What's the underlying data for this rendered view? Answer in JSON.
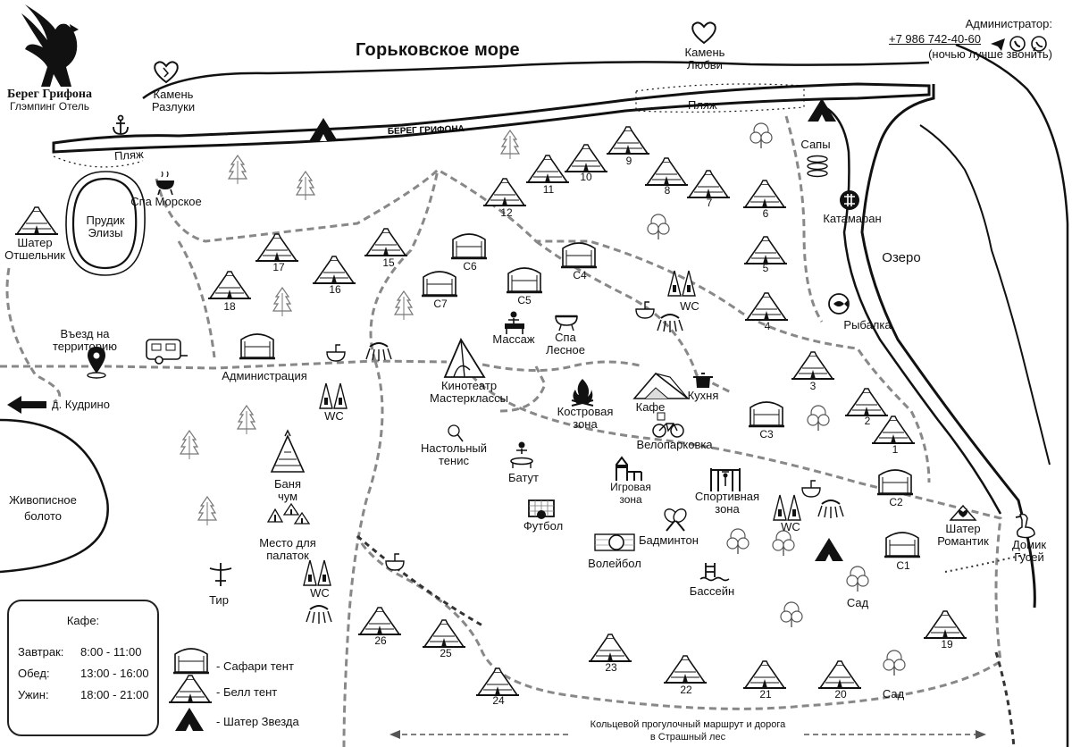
{
  "title": "Горьковское море",
  "brand": {
    "name": "Берег Грифона",
    "subtitle": "Глэмпинг Отель",
    "shore_sign": "БЕРЕГ ГРИФОНА"
  },
  "admin": {
    "label": "Администратор:",
    "phone": "+7 986 742-40-60",
    "note": "(ночью лучше звонить)"
  },
  "places": {
    "kamen_razluki": "Камень Разлуки",
    "kamen_lyubvi": "Камень Любви",
    "plyazh": "Пляж",
    "spa_morskoe": "Спа Морское",
    "prudik": "Прудик Элизы",
    "shater_otshelnik": "Шатер Отшельник",
    "vezd": "Въезд на территорию",
    "kudrino": "д. Кудрино",
    "administraciya": "Администрация",
    "wc": "WC",
    "zhivopisnoe": "Живописное болото",
    "banya": "Баня чум",
    "mesto_palatok": "Место для палаток",
    "tir": "Тир",
    "massazh": "Массаж",
    "spa_lesnoe": "Спа Лесное",
    "kinoteatr": "Кинотеатр Мастерклассы",
    "kostrovaya": "Костровая зона",
    "kafe": "Кафе",
    "kuhnya": "Кухня",
    "veloparkovka": "Велопарковка",
    "tenis": "Настольный тенис",
    "batut": "Батут",
    "igrovaya": "Игровая зона",
    "sportivnaya": "Спортивная зона",
    "futbol": "Футбол",
    "badminton": "Бадминтон",
    "voleibol": "Волейбол",
    "bassein": "Бассейн",
    "sad": "Сад",
    "sapy": "Сапы",
    "katamaran": "Катамаран",
    "ozero": "Озеро",
    "rybalka": "Рыбалка",
    "shater_romantik": "Шатер Романтик",
    "domik_gusei": "Домик Гусей",
    "marshrut": "Кольцевой прогулочный маршрут и дорога в Страшный лес"
  },
  "tent_numbers": [
    "1",
    "2",
    "3",
    "4",
    "5",
    "6",
    "7",
    "8",
    "9",
    "10",
    "11",
    "12",
    "15",
    "16",
    "17",
    "18",
    "19",
    "20",
    "21",
    "22",
    "23",
    "24",
    "25",
    "26"
  ],
  "safari_numbers": [
    "С1",
    "С2",
    "С3",
    "С4",
    "С5",
    "С6",
    "С7"
  ],
  "cafe_hours": {
    "heading": "Кафе:",
    "rows": [
      {
        "name": "Завтрак:",
        "time": "8:00 - 11:00"
      },
      {
        "name": "Обед:",
        "time": "13:00 - 16:00"
      },
      {
        "name": "Ужин:",
        "time": "18:00 - 21:00"
      }
    ]
  },
  "legend": {
    "safari": "- Сафари тент",
    "bell": "- Белл тент",
    "star": "- Шатер Звезда"
  },
  "icons": [
    "griffin-logo",
    "anchor-icon",
    "heart-stone-icon",
    "tree-icon",
    "bell-tent-icon",
    "safari-tent-icon",
    "star-tent-icon",
    "wc-icon",
    "shower-icon",
    "sink-icon",
    "location-pin-icon",
    "trailer-icon",
    "arrow-left-icon",
    "campfire-icon",
    "bbq-grill-icon",
    "massage-icon",
    "trampoline-icon",
    "playground-icon",
    "gym-icon",
    "soccer-goal-icon",
    "badminton-icon",
    "volleyball-icon",
    "pool-icon",
    "bicycle-icon",
    "pot-icon",
    "sup-board-icon",
    "catamaran-icon",
    "fish-icon",
    "goose-icon",
    "telegram-icon",
    "phone-icon",
    "whatsapp-icon"
  ],
  "colors": {
    "ink": "#111111",
    "path": "#888888",
    "background": "#ffffff"
  }
}
